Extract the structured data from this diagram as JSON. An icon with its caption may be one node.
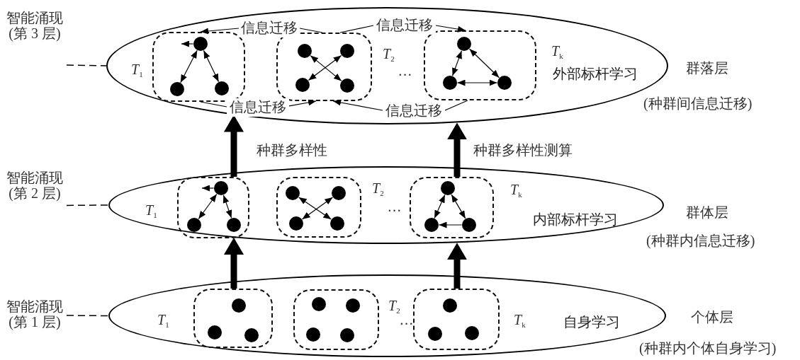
{
  "diagram": {
    "nodes": [
      {
        "text": [
          "*T*$_{1}$",
          "*T*$_{2}$",
          "…",
          "*T*$_{k}$",
          "外部标杆学习"
        ],
        "beside": [
          "群落层",
          "(种群间信息迁移)"
        ]
      },
      {
        "text": [],
        "shape": "box",
        "in": 0
      },
      {
        "text": [],
        "shape": "circle",
        "in": 1
      },
      {
        "text": [],
        "shape": "circle",
        "in": 1
      },
      {
        "text": [],
        "shape": "circle",
        "in": 1
      },
      {
        "text": [],
        "shape": "box",
        "in": 0
      },
      {
        "text": [],
        "shape": "circle",
        "in": 5
      },
      {
        "text": [],
        "shape": "circle",
        "in": 5
      },
      {
        "text": [],
        "shape": "circle",
        "in": 5
      },
      {
        "text": [],
        "shape": "circle",
        "in": 5
      },
      {
        "text": [],
        "shape": "box",
        "in": 0
      },
      {
        "text": [],
        "shape": "circle",
        "in": 10
      },
      {
        "text": [],
        "shape": "circle",
        "in": 10
      },
      {
        "text": [],
        "shape": "circle",
        "in": 10
      },
      {
        "text": [
          "信息迁移"
        ],
        "in": 0
      },
      {
        "text": [
          "信息迁移"
        ],
        "in": 0
      },
      {
        "text": [
          "信息迁移"
        ],
        "in": 0
      },
      {
        "text": [
          "信息迁移"
        ],
        "in": 0
      },
      {
        "text": [
          "智能涌现 (第 3 层)"
        ]
      },
      {
        "text": [
          "*T*$_{1}$",
          "*T*$_{2}$",
          "…",
          "*T*$_{k}$",
          "内部标杆学习"
        ],
        "beside": [
          "群体层",
          "(种群内信息迁移)"
        ]
      },
      {
        "text": [],
        "shape": "box",
        "in": 19
      },
      {
        "text": [],
        "shape": "circle",
        "in": 20
      },
      {
        "text": [],
        "shape": "circle",
        "in": 20
      },
      {
        "text": [],
        "shape": "circle",
        "in": 20
      },
      {
        "text": [],
        "shape": "box",
        "in": 19
      },
      {
        "text": [],
        "shape": "circle",
        "in": 24
      },
      {
        "text": [],
        "shape": "circle",
        "in": 24
      },
      {
        "text": [],
        "shape": "circle",
        "in": 24
      },
      {
        "text": [],
        "shape": "circle",
        "in": 24
      },
      {
        "text": [],
        "shape": "box",
        "in": 19
      },
      {
        "text": [],
        "shape": "circle",
        "in": 29
      },
      {
        "text": [],
        "shape": "circle",
        "in": 29
      },
      {
        "text": [],
        "shape": "circle",
        "in": 29
      },
      {
        "text": [
          "智能涌现 (第 2 层)"
        ]
      },
      {
        "text": [
          "*T*$_{1}$",
          "*T*$_{2}$",
          "…",
          "*T*$_{k}$",
          "自身学习"
        ],
        "beside": [
          "个体层",
          "(种群内个体自身学习)"
        ]
      },
      {
        "text": [],
        "shape": "box",
        "in": 34
      },
      {
        "text": [],
        "shape": "circle",
        "in": 35
      },
      {
        "text": [],
        "shape": "circle",
        "in": 35
      },
      {
        "text": [],
        "shape": "circle",
        "in": 35
      },
      {
        "text": [],
        "shape": "box",
        "in": 34
      },
      {
        "text": [],
        "shape": "circle",
        "in": 39
      },
      {
        "text": [],
        "shape": "circle",
        "in": 39
      },
      {
        "text": [],
        "shape": "circle",
        "in": 39
      },
      {
        "text": [],
        "shape": "circle",
        "in": 39
      },
      {
        "text": [],
        "shape": "box",
        "in": 34
      },
      {
        "text": [],
        "shape": "circle",
        "in": 44
      },
      {
        "text": [],
        "shape": "circle",
        "in": 44
      },
      {
        "text": [],
        "shape": "circle",
        "in": 44
      },
      {
        "text": [
          "智能涌现 (第 1 层)"
        ]
      }
    ],
    "edges": [
      {
        "from": 2,
        "to": null,
        "arrow": "to"
      },
      {
        "from": 2,
        "to": 3,
        "arrow": "both"
      },
      {
        "from": 2,
        "to": 4,
        "arrow": "both"
      },
      {
        "from": 6,
        "to": 9,
        "arrow": "both"
      },
      {
        "from": 7,
        "to": 8,
        "arrow": "both"
      },
      {
        "from": 11,
        "to": 12,
        "arrow": "both"
      },
      {
        "from": 11,
        "to": 13,
        "arrow": "both"
      },
      {
        "from": 12,
        "to": 13,
        "arrow": "both"
      },
      {
        "from": 14,
        "to": 1,
        "arrow": "to"
      },
      {
        "from": 5,
        "to": 14,
        "arrow": "none"
      },
      {
        "from": 5,
        "to": 15,
        "arrow": "none"
      },
      {
        "from": 15,
        "to": 10,
        "arrow": "to"
      },
      {
        "from": 1,
        "to": 16,
        "arrow": "none"
      },
      {
        "from": 16,
        "to": 5,
        "arrow": "to"
      },
      {
        "from": 10,
        "to": 17,
        "arrow": "none"
      },
      {
        "from": 17,
        "to": 5,
        "arrow": "to"
      },
      {
        "from": 18,
        "to": 0,
        "arrow": "none",
        "style": "dashed"
      },
      {
        "from": 21,
        "to": null,
        "arrow": "to"
      },
      {
        "from": 21,
        "to": 22,
        "arrow": "both"
      },
      {
        "from": 21,
        "to": 23,
        "arrow": "both"
      },
      {
        "from": 25,
        "to": 28,
        "arrow": "both"
      },
      {
        "from": 26,
        "to": 27,
        "arrow": "both"
      },
      {
        "from": 30,
        "to": 31,
        "arrow": "both"
      },
      {
        "from": 30,
        "to": 32,
        "arrow": "both"
      },
      {
        "from": 32,
        "to": 31,
        "arrow": "to"
      },
      {
        "from": 20,
        "to": 0,
        "arrow": "to",
        "style": "thick",
        "label": "种群多样性"
      },
      {
        "from": 29,
        "to": 0,
        "arrow": "to",
        "style": "thick",
        "label": "种群多样性测算"
      },
      {
        "from": 33,
        "to": 19,
        "arrow": "none",
        "style": "dashed"
      },
      {
        "from": 35,
        "to": 19,
        "arrow": "to",
        "style": "thick"
      },
      {
        "from": 44,
        "to": 19,
        "arrow": "to",
        "style": "thick"
      },
      {
        "from": 48,
        "to": 34,
        "arrow": "none",
        "style": "dashed"
      }
    ]
  }
}
